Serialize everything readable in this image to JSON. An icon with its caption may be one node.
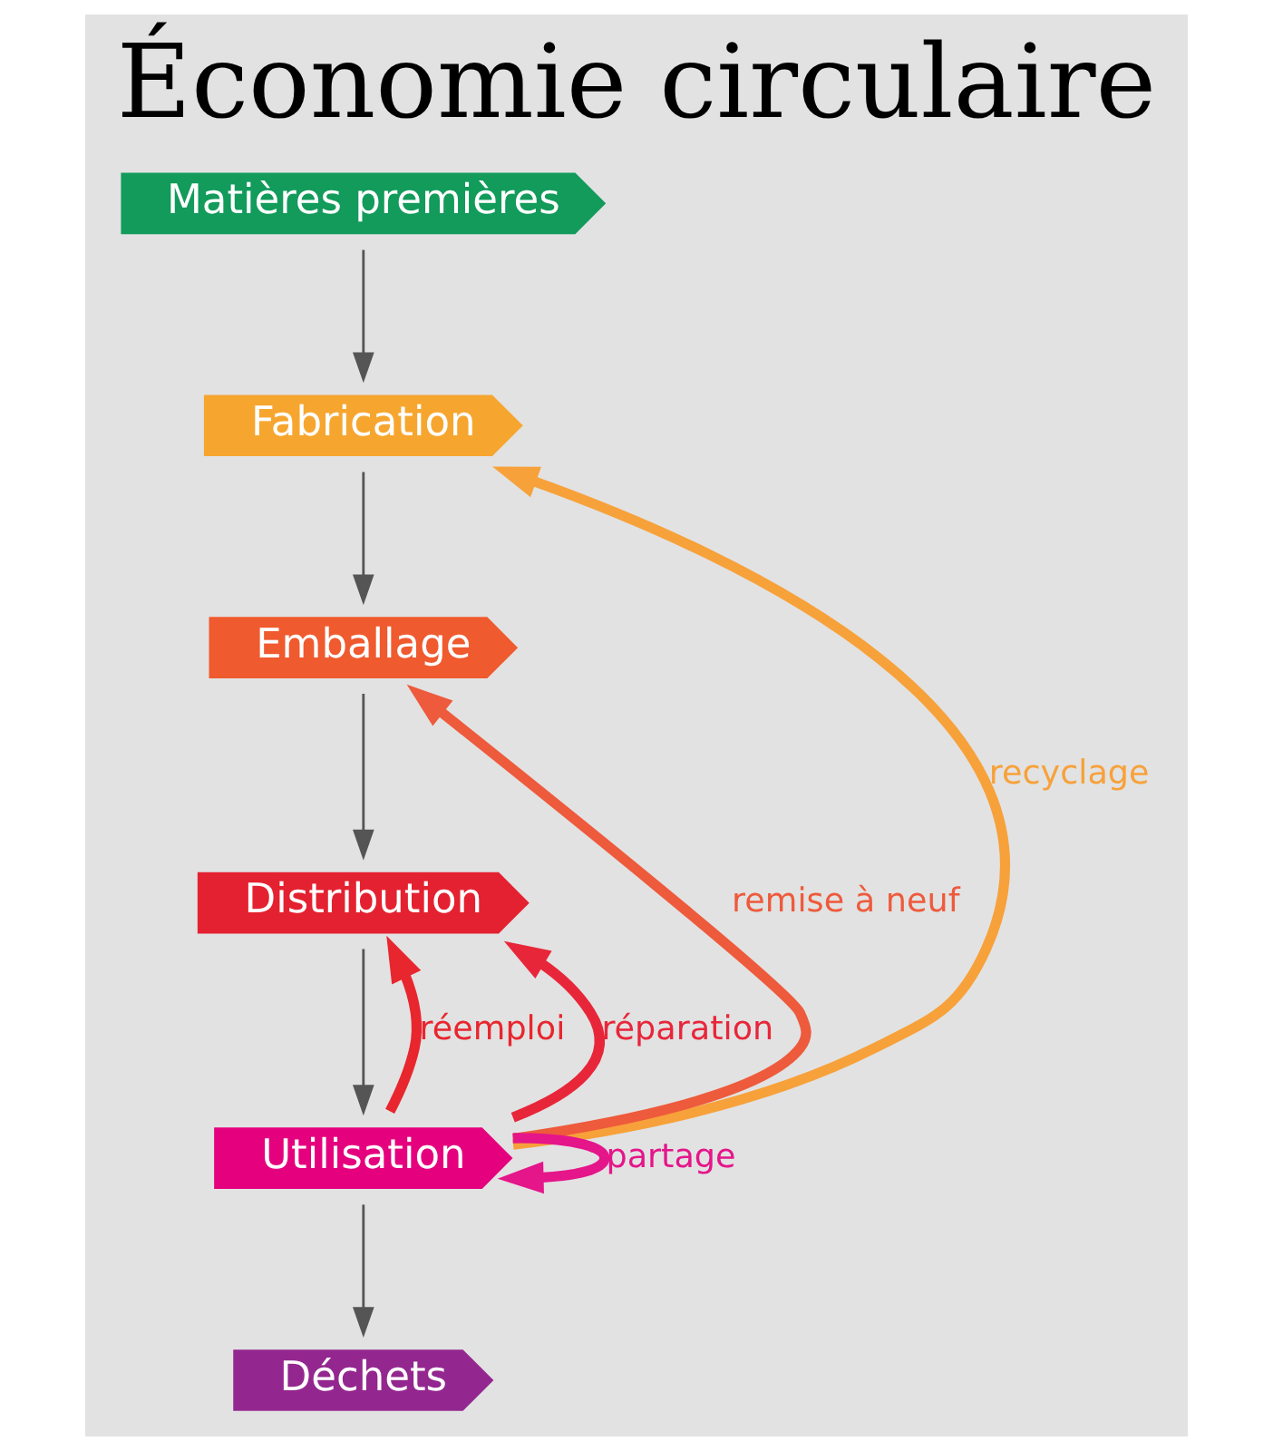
{
  "diagram": {
    "title": "Économie circulaire",
    "nodes": [
      {
        "text": [
          "Matières premières"
        ]
      },
      {
        "text": [
          "Fabrication"
        ]
      },
      {
        "text": [
          "Emballage"
        ]
      },
      {
        "text": [
          "Distribution"
        ]
      },
      {
        "text": [
          "Utilisation"
        ]
      },
      {
        "text": [
          "Déchets"
        ]
      }
    ],
    "edges": [
      {
        "from": 0,
        "to": 1,
        "arrow": "to"
      },
      {
        "from": 1,
        "to": 2,
        "arrow": "to"
      },
      {
        "from": 2,
        "to": 3,
        "arrow": "to"
      },
      {
        "from": 3,
        "to": 4,
        "arrow": "to"
      },
      {
        "from": 4,
        "to": 5,
        "arrow": "to"
      },
      {
        "from": 4,
        "to": 1,
        "arrow": "to",
        "label": "recyclage",
        "style": "thick",
        "color": "#f7a13a"
      },
      {
        "from": 4,
        "to": 2,
        "arrow": "to",
        "label": "remise à neuf",
        "style": "thick",
        "color": "#ee5a3c"
      },
      {
        "from": 4,
        "to": 3,
        "arrow": "to",
        "label": "réemploi",
        "style": "thick",
        "color": "#e8262e"
      },
      {
        "from": 4,
        "to": 3,
        "arrow": "to",
        "label": "réparation",
        "style": "thick",
        "color": "#e8263a"
      },
      {
        "from": 4,
        "to": 4,
        "arrow": "to",
        "label": "partage",
        "style": "thick",
        "color": "#e5158a"
      }
    ]
  }
}
